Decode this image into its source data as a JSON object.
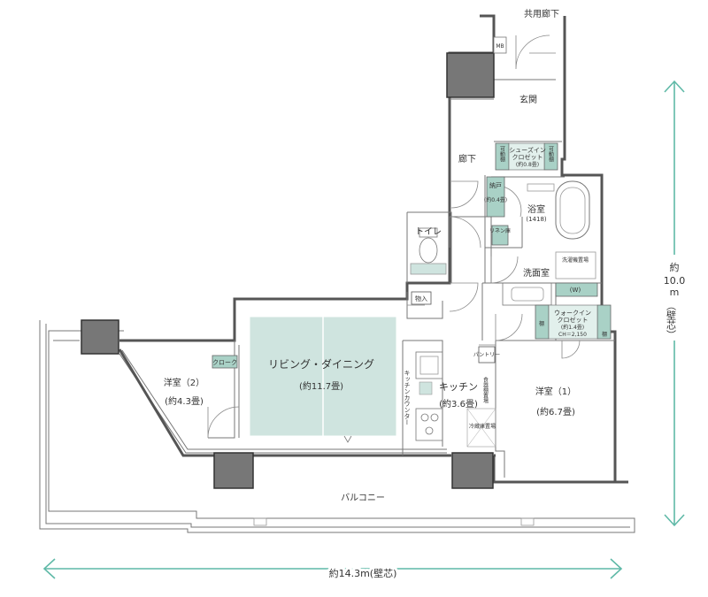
{
  "corridor": {
    "label": "共用廊下"
  },
  "rooms": {
    "entrance": "玄関",
    "hallway": "廊下",
    "shoes_closet": {
      "line1": "シューズイン",
      "line2": "クロゼット",
      "size": "(約0.8畳)"
    },
    "shelf_left": "可動棚",
    "shelf_right": "可動棚",
    "storage": {
      "label": "納戸",
      "size": "(約0.4畳)"
    },
    "bath": {
      "label": "浴室",
      "size": "(1418)"
    },
    "toilet": "トイレ",
    "linen": "リネン庫",
    "laundry_area": "洗濯機置場",
    "washroom": "洗面室",
    "mb": "MB",
    "walkin": {
      "line1": "ウォークイン",
      "line2": "クロゼット",
      "size": "(約1.4畳)",
      "ch": "CH＝2,150"
    },
    "w": "(W)",
    "tana_left": "棚",
    "tana_right": "棚",
    "storage_in": "物入",
    "pantry": "パントリー",
    "kitchen": {
      "label": "キッチン",
      "size": "(約3.6畳)"
    },
    "counter": "キッチンカウンター",
    "dish": "食器棚置場",
    "fridge": "冷蔵庫置場",
    "living": {
      "label": "リビング・ダイニング",
      "size": "(約11.7畳)"
    },
    "western2": {
      "label": "洋室（2）",
      "size": "(約4.3畳)"
    },
    "closet": "クローク",
    "western1": {
      "label": "洋室（1）",
      "size": "(約6.7畳)"
    },
    "balcony": "バルコニー"
  },
  "dimensions": {
    "width": "約14.3m(壁芯)",
    "depth": {
      "prefix": "約",
      "value": "10.0",
      "unit": "m",
      "note": "（壁芯）"
    }
  },
  "colors": {
    "accent": "#5fb9a7",
    "storage_fill": "#a9d1c6",
    "living_fill": "#cfe4df"
  }
}
